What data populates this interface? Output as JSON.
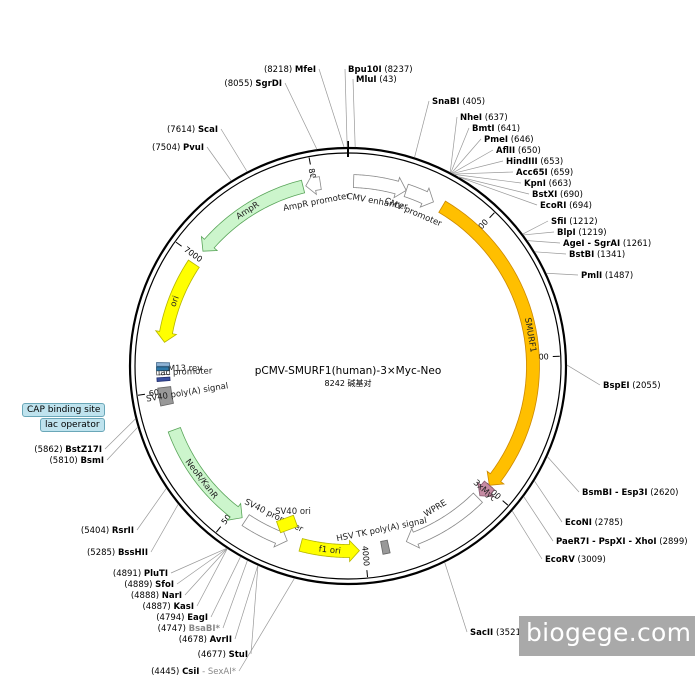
{
  "plasmid": {
    "name": "pCMV-SMURF1(human)-3×Myc-Neo",
    "length_label": "8242 碱基对",
    "length_bp": 8242
  },
  "ring_ticks": [
    {
      "bp": 1000,
      "label": "1000"
    },
    {
      "bp": 2000,
      "label": "2000"
    },
    {
      "bp": 3000,
      "label": "3000"
    },
    {
      "bp": 4000,
      "label": "4000"
    },
    {
      "bp": 5000,
      "label": "5000"
    },
    {
      "bp": 6000,
      "label": "6000"
    },
    {
      "bp": 7000,
      "label": "7000"
    },
    {
      "bp": 8000,
      "label": "8000"
    }
  ],
  "features": [
    {
      "name": "CMV enhancer",
      "start": 40,
      "end": 420,
      "direction": "cw",
      "color": "#ffffff",
      "stroke": "#888888"
    },
    {
      "name": "CMV promoter",
      "start": 420,
      "end": 630,
      "direction": "cw",
      "color": "#ffffff",
      "stroke": "#888888"
    },
    {
      "name": "SMURF1",
      "start": 700,
      "end": 2980,
      "direction": "cw",
      "color": "#ffbf00",
      "stroke": "#cc8800"
    },
    {
      "name": "3xMyc",
      "start": 2980,
      "end": 3080,
      "direction": "cw",
      "color": "#c58ba3",
      "stroke": "#8a5a70"
    },
    {
      "name": "WPRE",
      "start": 3100,
      "end": 3700,
      "direction": "cw",
      "color": "#ffffff",
      "stroke": "#888888"
    },
    {
      "name": "HSV TK poly(A) signal",
      "start": 3830,
      "end": 3880,
      "direction": "none",
      "color": "#999999",
      "stroke": "#666666"
    },
    {
      "name": "f1 ori",
      "start": 4040,
      "end": 4460,
      "direction": "ccw",
      "color": "#ffff00",
      "stroke": "#b5b500"
    },
    {
      "name": "SV40 promoter",
      "start": 4560,
      "end": 4890,
      "direction": "ccw",
      "color": "#ffffff",
      "stroke": "#888888"
    },
    {
      "name": "NeoR/KanR",
      "start": 4920,
      "end": 5720,
      "direction": "ccw",
      "color": "#ccf5cc",
      "stroke": "#5aa55a"
    },
    {
      "name": "SV40 poly(A) signal",
      "start": 5905,
      "end": 6030,
      "direction": "none",
      "color": "#999999",
      "stroke": "#666666"
    },
    {
      "name": "lac operator",
      "start": 6075,
      "end": 6100,
      "direction": "none",
      "color": "#3a4fa0",
      "stroke": "#223070"
    },
    {
      "name": "lac promoter",
      "start": 6120,
      "end": 6148,
      "direction": "none",
      "color": "#ffffff",
      "stroke": "#555555"
    },
    {
      "name": "M13 rev",
      "start": 6150,
      "end": 6175,
      "direction": "none",
      "color": "#2e78a8",
      "stroke": "#1d4f70"
    },
    {
      "name": "CAP binding site",
      "start": 6180,
      "end": 6205,
      "direction": "none",
      "color": "#8fb4d6",
      "stroke": "#456a8c"
    },
    {
      "name": "ori",
      "start": 6350,
      "end": 6950,
      "direction": "ccw",
      "color": "#ffff00",
      "stroke": "#b5b500"
    },
    {
      "name": "AmpR",
      "start": 7060,
      "end": 7920,
      "direction": "ccw",
      "color": "#ccf5cc",
      "stroke": "#5aa55a"
    },
    {
      "name": "AmpR promoter",
      "start": 7940,
      "end": 8045,
      "direction": "ccw",
      "color": "#ffffff",
      "stroke": "#888888"
    }
  ],
  "inner_features": [
    {
      "name": "SV40 ori",
      "color": "#ffff00",
      "stroke": "#b5b500"
    }
  ],
  "callouts": [
    {
      "name": "CAP binding site"
    },
    {
      "name": "lac operator"
    }
  ],
  "sites": [
    {
      "name": "Bpu10I",
      "pos": "(8237)",
      "name_first": true,
      "bp": 8237
    },
    {
      "name": "MluI",
      "pos": "(43)",
      "name_first": true,
      "bp": 43
    },
    {
      "name": "MfeI",
      "pos": "(8218)",
      "name_first": false,
      "bp": 8218
    },
    {
      "name": "SgrDI",
      "pos": "(8055)",
      "name_first": false,
      "bp": 8055
    },
    {
      "name": "SnaBI",
      "pos": "(405)",
      "name_first": true,
      "bp": 405
    },
    {
      "name": "NheI",
      "pos": "(637)",
      "name_first": true,
      "bp": 637
    },
    {
      "name": "BmtI",
      "pos": "(641)",
      "name_first": true,
      "bp": 641
    },
    {
      "name": "PmeI",
      "pos": "(646)",
      "name_first": true,
      "bp": 646
    },
    {
      "name": "AflII",
      "pos": "(650)",
      "name_first": true,
      "bp": 650
    },
    {
      "name": "HindIII",
      "pos": "(653)",
      "name_first": true,
      "bp": 653
    },
    {
      "name": "Acc65I",
      "pos": "(659)",
      "name_first": true,
      "bp": 659
    },
    {
      "name": "KpnI",
      "pos": "(663)",
      "name_first": true,
      "bp": 663
    },
    {
      "name": "BstXI",
      "pos": "(690)",
      "name_first": true,
      "bp": 690
    },
    {
      "name": "EcoRI",
      "pos": "(694)",
      "name_first": true,
      "bp": 694
    },
    {
      "name": "SfiI",
      "pos": "(1212)",
      "name_first": true,
      "bp": 1212
    },
    {
      "name": "BlpI",
      "pos": "(1219)",
      "name_first": true,
      "bp": 1219
    },
    {
      "name": "AgeI - SgrAI",
      "pos": "(1261)",
      "name_first": true,
      "bp": 1261
    },
    {
      "name": "BstBI",
      "pos": "(1341)",
      "name_first": true,
      "bp": 1341
    },
    {
      "name": "PmlI",
      "pos": "(1487)",
      "name_first": true,
      "bp": 1487
    },
    {
      "name": "BspEI",
      "pos": "(2055)",
      "name_first": true,
      "bp": 2055
    },
    {
      "name": "BsmBI - Esp3I",
      "pos": "(2620)",
      "name_first": true,
      "bp": 2620
    },
    {
      "name": "EcoNI",
      "pos": "(2785)",
      "name_first": true,
      "bp": 2785
    },
    {
      "name": "PaeR7I - PspXI - XhoI",
      "pos": "(2899)",
      "name_first": true,
      "bp": 2899
    },
    {
      "name": "EcoRV",
      "pos": "(3009)",
      "name_first": true,
      "bp": 3009
    },
    {
      "name": "SacII",
      "pos": "(3521)",
      "name_first": true,
      "bp": 3521
    },
    {
      "name": "ScaI",
      "pos": "(7614)",
      "name_first": false,
      "bp": 7614
    },
    {
      "name": "PvuI",
      "pos": "(7504)",
      "name_first": false,
      "bp": 7504
    },
    {
      "name": "BstZ17I",
      "pos": "(5862)",
      "name_first": false,
      "bp": 5862
    },
    {
      "name": "BsmI",
      "pos": "(5810)",
      "name_first": false,
      "bp": 5810
    },
    {
      "name": "RsrII",
      "pos": "(5404)",
      "name_first": false,
      "bp": 5404
    },
    {
      "name": "BssHII",
      "pos": "(5285)",
      "name_first": false,
      "bp": 5285
    },
    {
      "name": "PluTI",
      "pos": "(4891)",
      "name_first": false,
      "bp": 4891
    },
    {
      "name": "SfoI",
      "pos": "(4889)",
      "name_first": false,
      "bp": 4889
    },
    {
      "name": "NarI",
      "pos": "(4888)",
      "name_first": false,
      "bp": 4888
    },
    {
      "name": "KasI",
      "pos": "(4887)",
      "name_first": false,
      "bp": 4887
    },
    {
      "name": "EagI",
      "pos": "(4794)",
      "name_first": false,
      "bp": 4794
    },
    {
      "name": "BsaBI*",
      "pos": "(4747)",
      "name_first": false,
      "bp": 4747,
      "gray": true
    },
    {
      "name": "AvrII",
      "pos": "(4678)",
      "name_first": false,
      "bp": 4678
    },
    {
      "name": "StuI",
      "pos": "(4677)",
      "name_first": false,
      "bp": 4677
    },
    {
      "name": "CsiI",
      "pos": "(4445)",
      "name_first": false,
      "bp": 4445,
      "extra": "- SexAI*"
    }
  ],
  "watermark": "biogege.com"
}
